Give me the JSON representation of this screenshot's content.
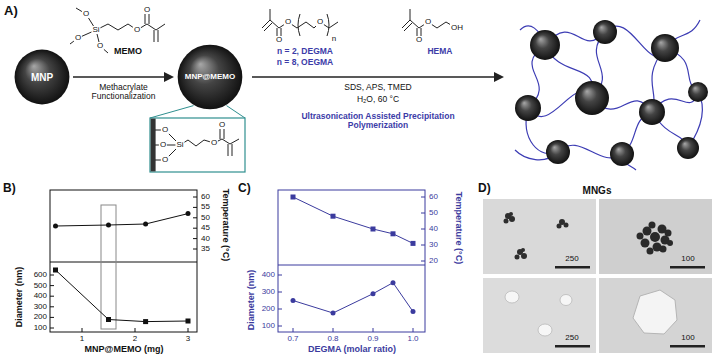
{
  "diagram": {
    "nodes": [
      {
        "text": [
          "MNP"
        ]
      },
      {
        "text": [
          "MNP@MEMO"
        ]
      }
    ],
    "edges": [
      {
        "from": 0,
        "to": 1,
        "arrow": "to",
        "label": "Methacrylate Functionalization"
      }
    ],
    "labels": [
      "A)",
      "O",
      "Si",
      "O",
      "O",
      "O",
      "O",
      "MEMO",
      "O",
      "O",
      "Si",
      "O",
      "O",
      "O",
      "O",
      "O",
      "O",
      "n",
      "n = 2, DEGMA",
      "n = 8, OEGMA",
      "O",
      "O",
      "OH",
      "HEMA",
      "SDS, APS, TMED",
      "H₂O, 60 °C",
      "Ultrasonication Assisted Precipitation Polymerization",
      "B)",
      "35",
      "40",
      "45",
      "50",
      "55",
      "60",
      "100",
      "200",
      "300",
      "400",
      "500",
      "600",
      "1",
      "2",
      "3",
      "MNP@MEMO (mg)",
      "Diameter (nm)",
      "Temperature (°C)",
      "C)",
      "20",
      "30",
      "40",
      "50",
      "60",
      "100",
      "200",
      "300",
      "400",
      "0.7",
      "0.8",
      "0.9",
      "1.0",
      "DEGMA (molar ratio)",
      "Diameter (nm)",
      "Temperature (°C)",
      "D)",
      "MNGs",
      "250",
      "100",
      "250",
      "100"
    ]
  }
}
